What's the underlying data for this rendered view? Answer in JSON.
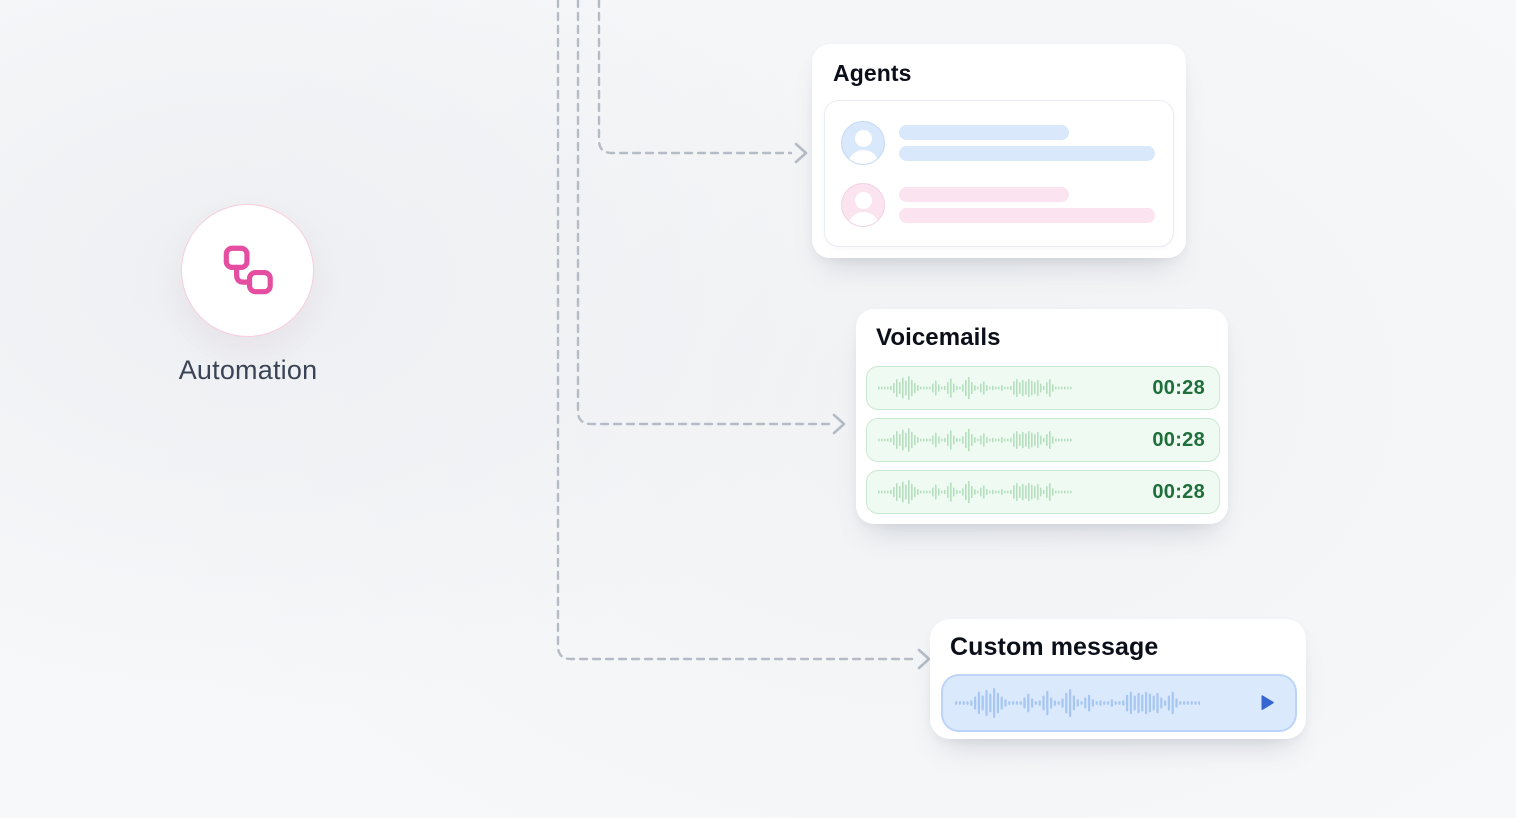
{
  "node": {
    "label": "Automation",
    "icon": "workflow-icon"
  },
  "cards": {
    "agents": {
      "title": "Agents",
      "rows": [
        {
          "avatar": "user-avatar",
          "tone": "blue"
        },
        {
          "avatar": "user-avatar",
          "tone": "pink"
        }
      ]
    },
    "voicemails": {
      "title": "Voicemails",
      "items": [
        {
          "duration": "00:28"
        },
        {
          "duration": "00:28"
        },
        {
          "duration": "00:28"
        }
      ]
    },
    "custom_message": {
      "title": "Custom message",
      "play_icon": "play-icon"
    }
  },
  "connectors": {
    "style": "dashed",
    "color": "#b6bcc6",
    "targets": [
      "agents",
      "voicemails",
      "custom-message"
    ]
  },
  "colors": {
    "node_accent": "#e44da0",
    "node_ring": "#f7cede",
    "blue_soft": "#d9e8fa",
    "pink_soft": "#fbe3f0",
    "green_bg": "#effbf2",
    "green_dark": "#1e6f3a",
    "blue_pill": "#dbe9fc",
    "play_blue": "#3565cf",
    "title_text": "#0b0f19",
    "connector": "#b6bcc6"
  },
  "waveform": {
    "heights": [
      2,
      2,
      2,
      2,
      3,
      7,
      12,
      8,
      14,
      10,
      16,
      11,
      7,
      4,
      2,
      2,
      2,
      2,
      6,
      10,
      5,
      2,
      3,
      8,
      13,
      6,
      3,
      2,
      5,
      11,
      15,
      8,
      4,
      2,
      6,
      9,
      4,
      2,
      3,
      2,
      2,
      4,
      2,
      2,
      3,
      9,
      12,
      8,
      11,
      9,
      12,
      10,
      8,
      11,
      6,
      3,
      8,
      12,
      5,
      2,
      2,
      2,
      2,
      2,
      2
    ],
    "colors": {
      "green": "#b5dfbe",
      "blue": "#a6c6f3"
    }
  }
}
